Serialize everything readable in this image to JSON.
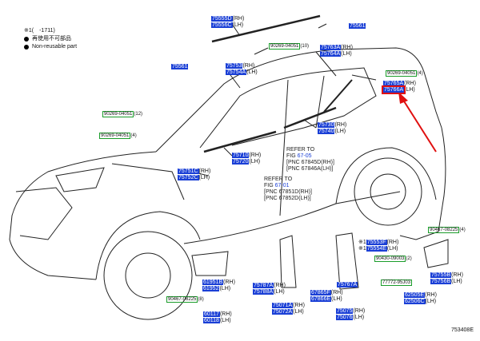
{
  "legend": {
    "header": "※1(　-1711)",
    "line2": "再使用不可部品",
    "line3": "Non-reusable part"
  },
  "parts": {
    "p75555": {
      "num1": "75555D",
      "side1": "(RH)",
      "num2": "75556C",
      "side2": "(LH)"
    },
    "p75561a": {
      "num": "75561"
    },
    "p75561b": {
      "num": "75561"
    },
    "p90269a": {
      "num": "90269-04051",
      "qty": "(10)"
    },
    "p75763": {
      "num1": "75763A",
      "side1": "(RH)",
      "num2": "75764A",
      "side2": "(LH)"
    },
    "p75753": {
      "num1": "75753",
      "side1": "(RH)",
      "num2": "75754A",
      "side2": "(LH)"
    },
    "p90269b": {
      "num": "90269-04051",
      "qty": "(4)"
    },
    "p75765": {
      "num1": "75765A",
      "side1": "(RH)",
      "num2": "75766A",
      "side2": "(LH)"
    },
    "p90269c": {
      "num": "90269-04051",
      "qty": "(12)"
    },
    "p90269d": {
      "num": "90269-04051",
      "qty": "(4)"
    },
    "p75730": {
      "num1": "75730",
      "side1": "(RH)",
      "num2": "75740",
      "side2": "(LH)"
    },
    "p75710": {
      "num1": "75710",
      "side1": "(RH)",
      "num2": "75720",
      "side2": "(LH)"
    },
    "p75751": {
      "num1": "75751C",
      "side1": "(RH)",
      "num2": "75752C",
      "side2": "(LH)"
    },
    "p90467a": {
      "num": "90467-08225",
      "qty": "(4)"
    },
    "p75553": {
      "pre": "※1",
      "num1": "75553F",
      "side1": "(RH)",
      "num2": "75554E",
      "side2": "(LH)"
    },
    "p90430": {
      "num": "90430-09003",
      "qty": "(2)"
    },
    "p67861": {
      "num1": "67861B",
      "side1": "(RH)",
      "num2": "67862B",
      "side2": "(LH)"
    },
    "p75755": {
      "num1": "75755B",
      "side1": "(RH)",
      "num2": "75756B",
      "side2": "(LH)"
    },
    "p77772": {
      "num": "77772-95J03"
    },
    "p62505": {
      "num1": "62505E",
      "side1": "(RH)",
      "num2": "62506C",
      "side2": "(LH)"
    },
    "p90467b": {
      "num": "90467-08225",
      "qty": "(8)"
    },
    "p60117": {
      "num1": "60117",
      "side1": "(RH)",
      "num2": "60118",
      "side2": "(LH)"
    },
    "p75787": {
      "num1": "75787A",
      "side1": "(RH)",
      "num2": "75788A",
      "side2": "(LH)"
    },
    "p75071": {
      "num1": "75071A",
      "side1": "(RH)",
      "num2": "75072A",
      "side2": "(LH)"
    },
    "p67865": {
      "num1": "67865F",
      "side1": "(RH)",
      "num2": "67866E",
      "side2": "(LH)"
    },
    "p75767": {
      "num": "75767A"
    },
    "p75075": {
      "num1": "75075",
      "side1": "(RH)",
      "num2": "75076",
      "side2": "(LH)"
    }
  },
  "refs": {
    "r1": {
      "l1": "REFER TO",
      "l2": "FIG",
      "fig": "67-05",
      "l3": "[PNC 67845D(RH)]",
      "l4": "[PNC 67846A(LH)]"
    },
    "r2": {
      "l1": "REFER TO",
      "l2": "FIG",
      "fig": "67-01",
      "l3": "[PNC 67851D(RH)]",
      "l4": "[PNC 67852D(LH)]"
    }
  },
  "diagram_code": "753408E",
  "colors": {
    "part_blue": "#1a3fd6",
    "std_green": "#1a9c2a",
    "highlight_red": "#e01010"
  }
}
